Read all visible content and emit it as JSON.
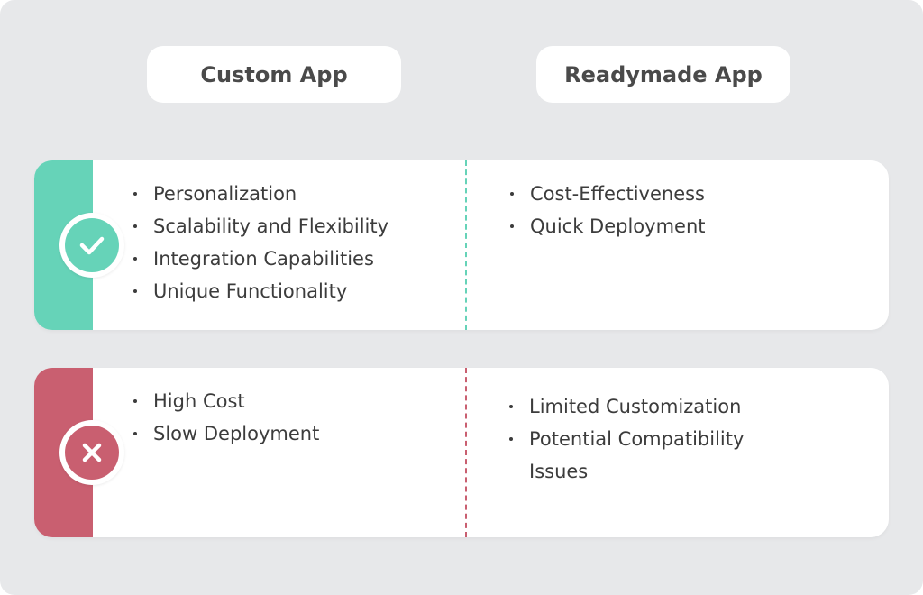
{
  "headers": {
    "custom": "Custom App",
    "readymade": "Readymade App"
  },
  "pros": {
    "icon": "check-icon",
    "color": "#66d3b8",
    "custom_items": [
      "Personalization",
      "Scalability and Flexibility",
      "Integration Capabilities",
      "Unique Functionality"
    ],
    "readymade_items": [
      "Cost-Effectiveness",
      "Quick Deployment"
    ]
  },
  "cons": {
    "icon": "cross-icon",
    "color": "#c95f70",
    "custom_items": [
      "High Cost",
      "Slow Deployment"
    ],
    "readymade_items": [
      "Limited Customization",
      "Potential Compatibility Issues"
    ]
  }
}
